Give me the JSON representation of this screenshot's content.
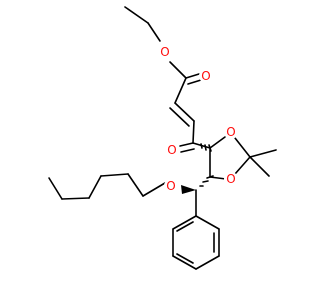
{
  "molecule": {
    "atom_color_oxygen": "#ff0d0d",
    "bond_color": "#000000",
    "labels": {
      "o_ester_alkoxy": "O",
      "o_ester_carbonyl": "O",
      "o_ketone": "O",
      "o_ring_upper": "O",
      "o_ring_lower": "O",
      "o_ether": "O"
    }
  }
}
